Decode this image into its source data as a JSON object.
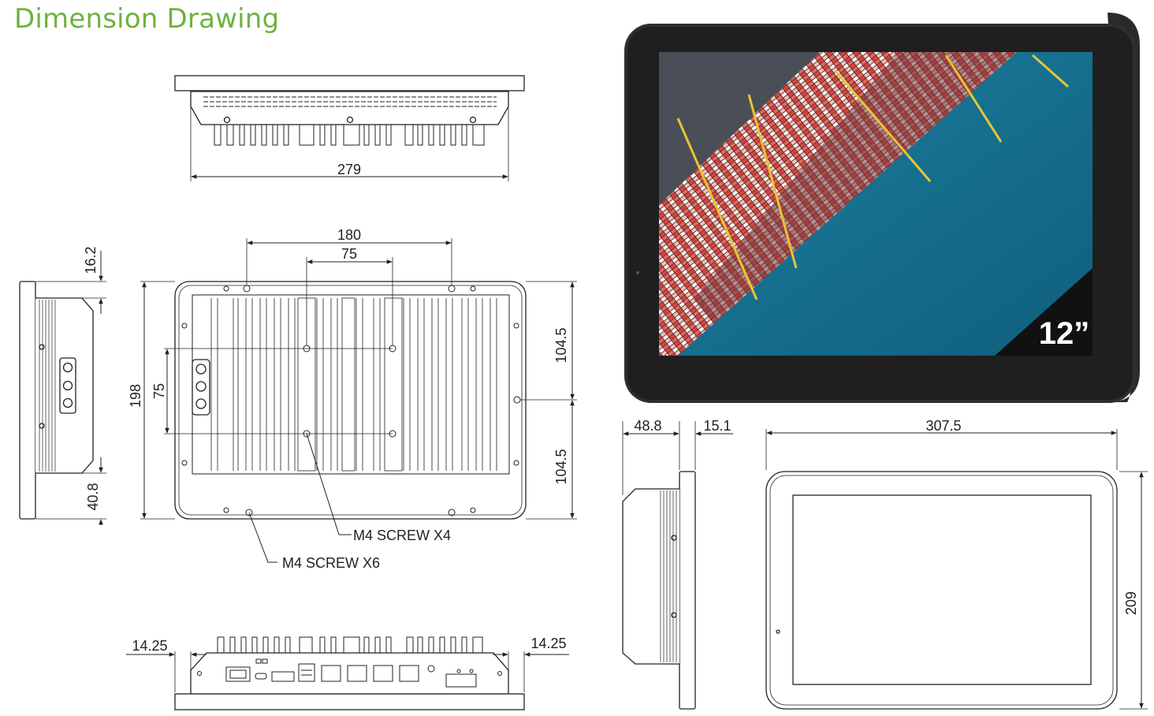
{
  "header": {
    "title": "Dimension Drawing"
  },
  "accent_color": "#6db33f",
  "product": {
    "screen_size_badge": "12”"
  },
  "dimensions": {
    "top_view_width": "279",
    "rear_mount_width": "180",
    "vesa_horizontal": "75",
    "vesa_vertical": "75",
    "rear_height": "198",
    "upper_half": "104.5",
    "lower_half": "104.5",
    "side_top_offset": "16.2",
    "side_bottom_offset": "40.8",
    "bottom_left_margin": "14.25",
    "bottom_right_margin": "14.25",
    "side_depth": "48.8",
    "bezel_depth": "15.1",
    "front_width": "307.5",
    "front_height": "209"
  },
  "callouts": {
    "screw_x4": "M4 SCREW X4",
    "screw_x6": "M4 SCREW X6"
  }
}
